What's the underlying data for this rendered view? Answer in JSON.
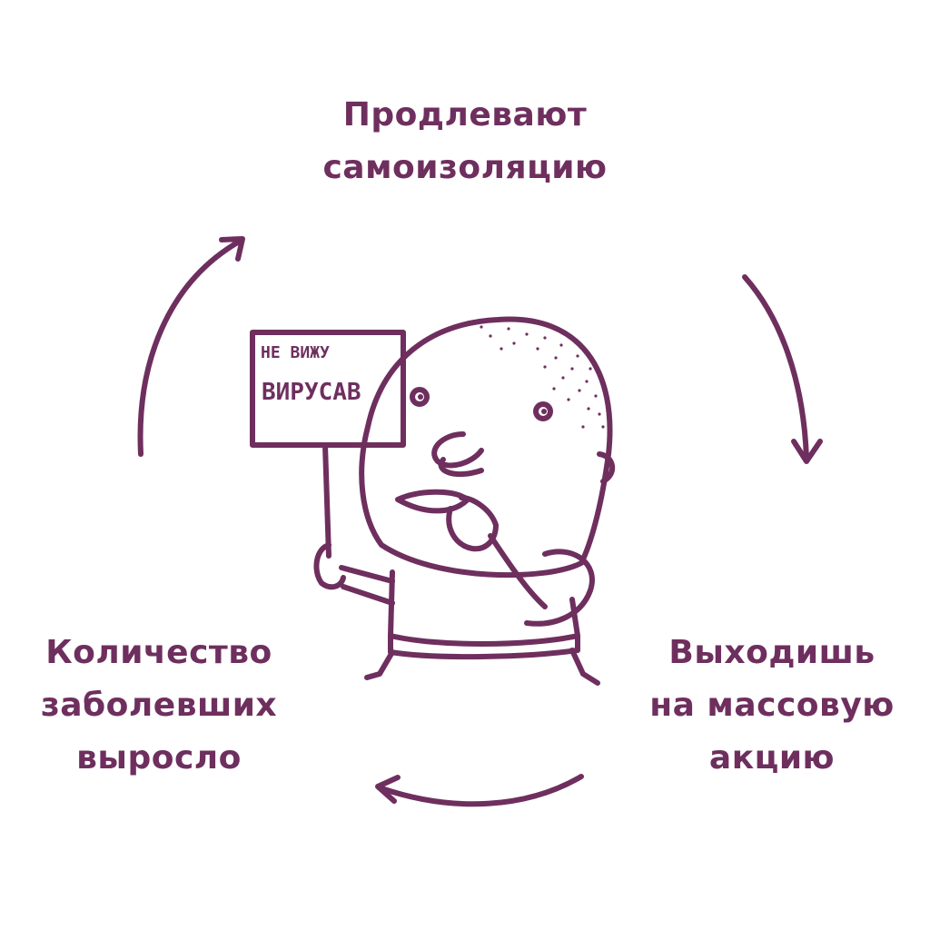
{
  "colors": {
    "ink": "#6e2f5e",
    "background": "#ffffff"
  },
  "cycle": {
    "top": {
      "line1": "Продлевают",
      "line2": "самоизоляцию"
    },
    "right": {
      "line1": "Выходишь",
      "line2": "на массовую",
      "line3": "акцию"
    },
    "left": {
      "line1": "Количество",
      "line2": "заболевших",
      "line3": "выросло"
    }
  },
  "sign": {
    "line1": "НЕ ВИЖУ",
    "line2": "ВИРУСАВ"
  },
  "icons": {
    "arrows": [
      "arrow-top-right-down",
      "arrow-bottom-left",
      "arrow-left-up"
    ],
    "figure": "character-holding-sign"
  }
}
